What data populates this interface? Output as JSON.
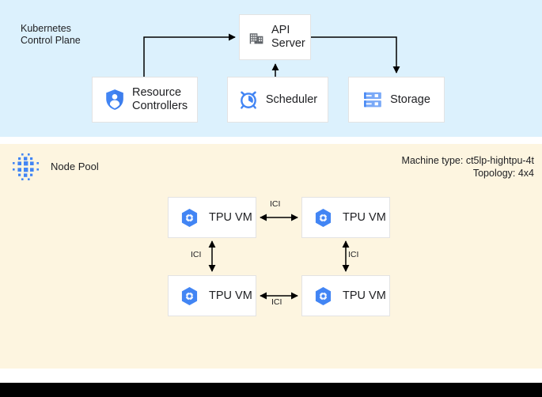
{
  "diagram": {
    "title_control_plane": "Kubernetes\nControl Plane",
    "title_node_pool": "Node Pool",
    "machine_type_line": "Machine type: ct5lp-hightpu-4t",
    "topology_line": "Topology: 4x4",
    "colors": {
      "control_plane_bg": "#dcf1fd",
      "node_pool_bg": "#fdf5e0",
      "box_bg": "#ffffff",
      "box_border": "#e3e3e3",
      "accent_blue": "#4285f4",
      "icon_gray": "#5f6368",
      "connector": "#000000",
      "bottom_bar": "#000000"
    },
    "control_plane_boxes": [
      {
        "label": "API\nServer",
        "icon": "building-icon"
      },
      {
        "label": "Resource\nControllers",
        "icon": "shield-person-icon"
      },
      {
        "label": "Scheduler",
        "icon": "alarm-clock-icon"
      },
      {
        "label": "Storage",
        "icon": "server-rack-icon"
      }
    ],
    "tpu_boxes": [
      {
        "label": "TPU VM",
        "icon": "tpu-hexagon-icon"
      },
      {
        "label": "TPU VM",
        "icon": "tpu-hexagon-icon"
      },
      {
        "label": "TPU VM",
        "icon": "tpu-hexagon-icon"
      },
      {
        "label": "TPU VM",
        "icon": "tpu-hexagon-icon"
      }
    ],
    "ici_links": [
      {
        "label": "ICI",
        "from": "TPU VM 0",
        "to": "TPU VM 1",
        "orientation": "horizontal"
      },
      {
        "label": "ICI",
        "from": "TPU VM 0",
        "to": "TPU VM 2",
        "orientation": "vertical"
      },
      {
        "label": "ICI",
        "from": "TPU VM 1",
        "to": "TPU VM 3",
        "orientation": "vertical"
      },
      {
        "label": "ICI",
        "from": "TPU VM 2",
        "to": "TPU VM 3",
        "orientation": "horizontal"
      }
    ],
    "control_plane_edges": [
      {
        "from": "Resource Controllers",
        "to": "API Server",
        "arrow": "single"
      },
      {
        "from": "Scheduler",
        "to": "API Server",
        "arrow": "single"
      },
      {
        "from": "API Server",
        "to": "Storage",
        "arrow": "single"
      }
    ]
  }
}
